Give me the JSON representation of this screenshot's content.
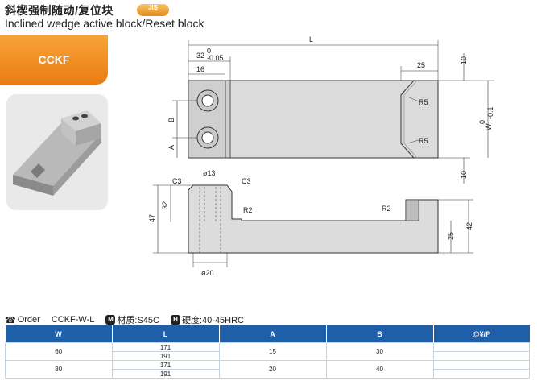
{
  "header": {
    "title_cn": "斜楔强制随动/复位块",
    "badge": "JIS",
    "title_en": "Inclined wedge active block/Reset block",
    "code": "CCKF"
  },
  "drawing": {
    "dim_L": "L",
    "dim_32": "32",
    "dim_32_tol_upper": "0",
    "dim_32_tol_lower": "-0.05",
    "dim_25_top": "25",
    "dim_10_top": "10",
    "dim_16": "16",
    "dim_B": "B",
    "dim_A": "A",
    "dim_R5_top": "R5",
    "dim_R5_bottom": "R5",
    "dim_W": "W",
    "dim_W_tol_upper": "0",
    "dim_W_tol_lower": "-0.1",
    "dim_10_bottom": "10",
    "dim_C3_left": "C3",
    "dim_phi13": "ø13",
    "dim_C3_right": "C3",
    "dim_47": "47",
    "dim_32_side": "32",
    "dim_R2_left": "R2",
    "dim_R2_right": "R2",
    "dim_42": "42",
    "dim_25_side": "25",
    "dim_phi20": "ø20"
  },
  "order": {
    "label": "Order",
    "code": "CCKF-W-L",
    "material_icon": "M",
    "material": "材质:S45C",
    "hardness_icon": "H",
    "hardness": "硬度:40-45HRC"
  },
  "table": {
    "headers": [
      "W",
      "L",
      "A",
      "B",
      "@¥/P"
    ],
    "rows": [
      {
        "W": "60",
        "L1": "171",
        "L2": "191",
        "A": "15",
        "B": "30",
        "price": ""
      },
      {
        "W": "80",
        "L1": "171",
        "L2": "191",
        "A": "20",
        "B": "40",
        "price": ""
      }
    ]
  }
}
